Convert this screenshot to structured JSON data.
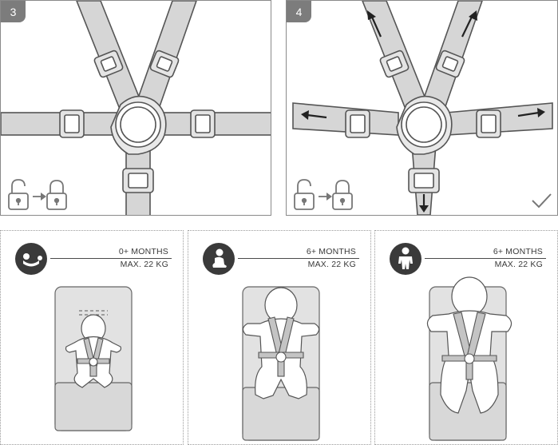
{
  "steps": [
    {
      "number": "3"
    },
    {
      "number": "4"
    }
  ],
  "stages": [
    {
      "age": "0+ MONTHS",
      "weight": "MAX. 22 KG",
      "icon": "infant-carrier-icon"
    },
    {
      "age": "6+ MONTHS",
      "weight": "MAX. 22 KG",
      "icon": "sitting-baby-icon"
    },
    {
      "age": "6+ MONTHS",
      "weight": "MAX. 22 KG",
      "icon": "standing-child-icon"
    }
  ],
  "colors": {
    "strap": "#d6d6d6",
    "outline": "#555555",
    "seat": "#e2e2e2",
    "badge": "#7c7c7c",
    "arrow": "#222222"
  }
}
